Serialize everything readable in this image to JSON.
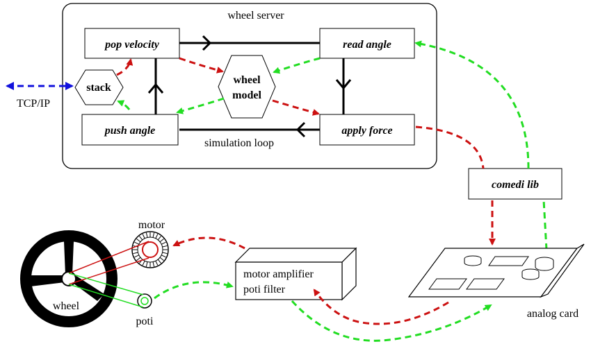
{
  "server": {
    "title": "wheel server",
    "loop_label": "simulation loop"
  },
  "boxes": {
    "pop_velocity": "pop velocity",
    "read_angle": "read angle",
    "push_angle": "push angle",
    "apply_force": "apply force",
    "comedi": "comedi lib"
  },
  "model": {
    "line1": "wheel",
    "line2": "model"
  },
  "stack": "stack",
  "tcp": "TCP/IP",
  "hardware": {
    "motor": "motor",
    "wheel": "wheel",
    "poti": "poti",
    "amp_line1": "motor amplifier",
    "amp_line2": "poti filter",
    "card": "analog card"
  },
  "colors": {
    "red": "#cc1111",
    "green": "#22dd22",
    "blue": "#1111dd"
  }
}
